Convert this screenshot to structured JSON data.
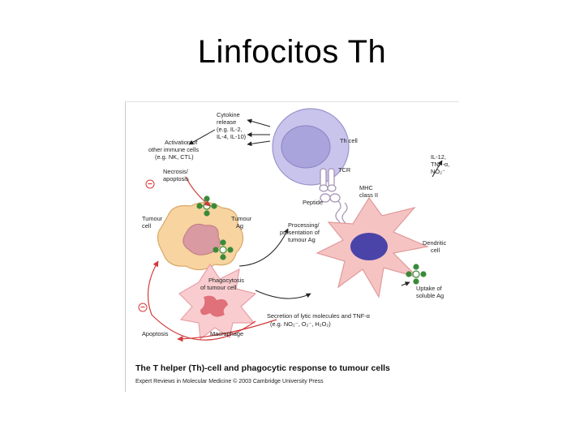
{
  "slide": {
    "title": "Linfocitos Th"
  },
  "figure": {
    "labels": {
      "cytokine": [
        "Cytokine",
        "release",
        "(e.g. IL-2,",
        "IL-4, IL-10)"
      ],
      "th_cell": "Th cell",
      "activation": [
        "Activation of",
        "other immune cells",
        "(e.g. NK, CTL)"
      ],
      "il12": [
        "IL-12,",
        "TNF-α,",
        "NO₂⁻"
      ],
      "tcr": "TCR",
      "necrosis": [
        "Necrosis/",
        "apoptosis"
      ],
      "mhc": [
        "MHC",
        "class II"
      ],
      "peptide": "Peptide",
      "tumour_cell": [
        "Tumour",
        "cell"
      ],
      "tumour_ag": [
        "Tumour",
        "Ag"
      ],
      "processing": [
        "Processing/",
        "presentation of",
        "tumour Ag"
      ],
      "dendritic": [
        "Dendritic",
        "cell"
      ],
      "phagocytosis": [
        "Phagocytosis",
        "of tumour cell"
      ],
      "uptake": [
        "Uptake of",
        "soluble Ag"
      ],
      "secretion": [
        "Secretion of lytic molecules and TNF-α",
        "(e.g. NO₂⁻, O₂⁻, H₂O₂)"
      ],
      "apoptosis": "Apoptosis",
      "macrophage": "Macrophage"
    },
    "minus_sign": "−",
    "caption": "The T helper (Th)-cell and phagocytic response to tumour cells",
    "credit": "Expert Reviews in Molecular Medicine © 2003 Cambridge University Press",
    "colors": {
      "th_cell": "#c9c4ec",
      "th_nucleus": "#a9a4dc",
      "dendritic": "#f6c3c3",
      "dendritic_nucleus": "#4b44a8",
      "tumour_cell": "#f7d4a0",
      "tumour_nucleus": "#d99aa2",
      "macrophage": "#f9cdd0",
      "macrophage_nucleus": "#e0707a",
      "antigen": "#3a8a3a",
      "arrow_red": "#d23a3a",
      "arrow_black": "#222222"
    }
  }
}
